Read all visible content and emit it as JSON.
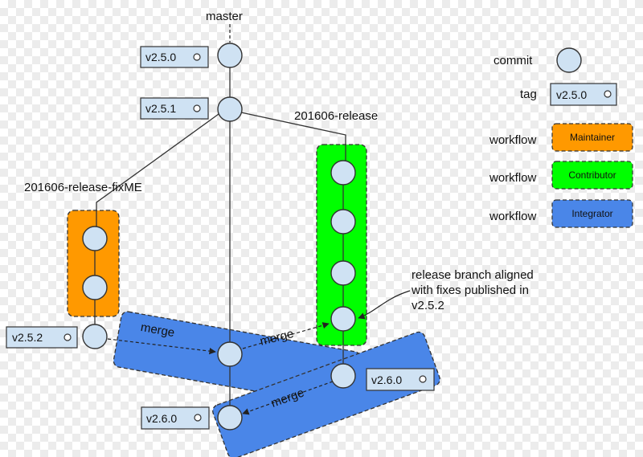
{
  "branches": {
    "master": "master",
    "release": "201606-release",
    "fixme": "201606-release-fixME"
  },
  "tags": {
    "v250": "v2.5.0",
    "v251": "v2.5.1",
    "v252": "v2.5.2",
    "v260_release": "v2.6.0",
    "v260_master": "v2.6.0"
  },
  "merges": {
    "integrator_top": "merge",
    "to_release": "merge",
    "integrator_bottom": "merge"
  },
  "annotation": {
    "line1": "release branch aligned",
    "line2": "with fixes published in",
    "line3": "v2.5.2"
  },
  "legend": {
    "commit_label": "commit",
    "tag_label": "tag",
    "tag_sample": "v2.5.0",
    "workflow_label_1": "workflow",
    "workflow_label_2": "workflow",
    "workflow_label_3": "workflow",
    "maintainer": "Maintainer",
    "contributor": "Contributor",
    "integrator": "Integrator"
  },
  "colors": {
    "commit_fill": "#cfe2f3",
    "maintainer": "#ff9900",
    "contributor": "#00ff00",
    "integrator": "#4a86e8"
  }
}
